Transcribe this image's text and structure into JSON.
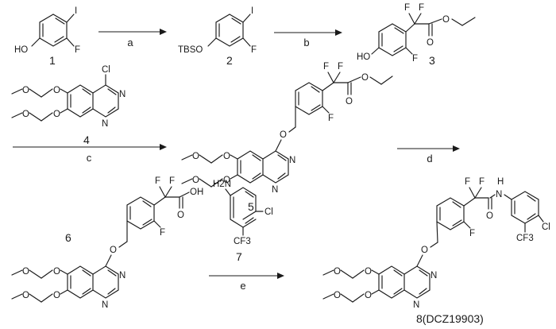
{
  "compounds": {
    "c1": {
      "number": "1",
      "atoms": {
        "hydroxyl": "HO",
        "iodo": "I",
        "fluoro": "F"
      }
    },
    "c2": {
      "number": "2",
      "atoms": {
        "silyl_ether": "TBSO",
        "iodo": "I",
        "fluoro": "F"
      }
    },
    "c3": {
      "number": "3",
      "atoms": {
        "hydroxyl": "HO",
        "fluoro": "F",
        "gem_f1": "F",
        "gem_f2": "F",
        "carbonyl_o": "O",
        "ester_o": "O"
      }
    },
    "c4": {
      "number": "4",
      "atoms": {
        "chloro": "Cl",
        "ether_o1": "O",
        "ether_o2": "O",
        "methoxy_o1": "O",
        "methoxy_o2": "O",
        "ring_n1": "N",
        "ring_n2": "N"
      }
    },
    "c5": {
      "number": "5",
      "atoms": {
        "aryl_ether_o": "O",
        "fluoro": "F",
        "gem_f1": "F",
        "gem_f2": "F",
        "carbonyl_o": "O",
        "ester_o": "O",
        "ether_o1": "O",
        "ether_o2": "O",
        "methoxy_o1": "O",
        "methoxy_o2": "O",
        "ring_n1": "N",
        "ring_n2": "N"
      }
    },
    "c6": {
      "number": "6",
      "atoms": {
        "acid": "OH",
        "carbonyl_o": "O",
        "gem_f1": "F",
        "gem_f2": "F",
        "fluoro": "F",
        "aryl_ether_o": "O",
        "ether_o1": "O",
        "ether_o2": "O",
        "methoxy_o1": "O",
        "methoxy_o2": "O",
        "ring_n1": "N",
        "ring_n2": "N"
      }
    },
    "c7": {
      "number": "7",
      "atoms": {
        "amine": "H2N",
        "chloro": "Cl",
        "trifluoromethyl": "CF3"
      }
    },
    "c8": {
      "label": "8(DCZ19903)",
      "atoms": {
        "amide_nh": "H",
        "amide_n": "N",
        "carbonyl_o": "O",
        "gem_f1": "F",
        "gem_f2": "F",
        "fluoro": "F",
        "chloro": "Cl",
        "trifluoromethyl": "CF3",
        "aryl_ether_o": "O",
        "ether_o1": "O",
        "ether_o2": "O",
        "methoxy_o1": "O",
        "methoxy_o2": "O",
        "ring_n1": "N",
        "ring_n2": "N"
      }
    }
  },
  "steps": [
    "a",
    "b",
    "c",
    "d",
    "e"
  ]
}
